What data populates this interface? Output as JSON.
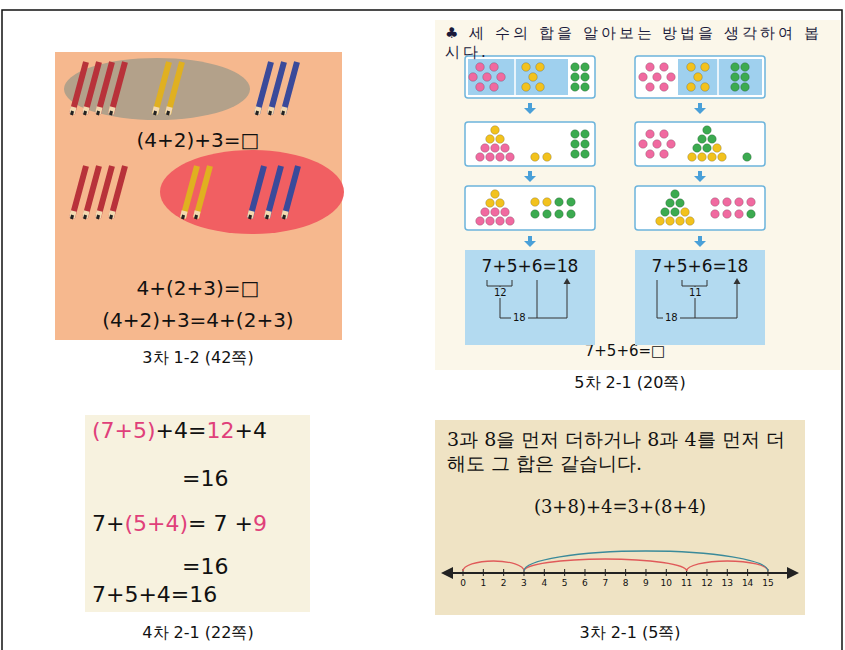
{
  "diagram": {
    "nodes": [
      {
        "text": [
          "(4+2)+3=□",
          "4+(2+3)=□",
          "(4+2)+3=4+(2+3)",
          "3차 1-2 (42쪽)"
        ]
      },
      {
        "text": [
          "♣ 세 수의 합을 알아보는 방법을 생각하여 봅시다.",
          "7+5+6=□",
          "5차 2-1 (20쪽)"
        ]
      },
      {
        "text": [
          "7+5+6=18",
          "12",
          "18"
        ],
        "in": 1
      },
      {
        "text": [
          "7+5+6=18",
          "11",
          "18"
        ],
        "in": 1
      },
      {
        "text": [
          "(7+5)",
          "+4=",
          "12",
          "+4",
          "=16",
          "7+",
          "(5+4)",
          "= 7 +",
          "9",
          "=16",
          "7+5+4=16",
          "4차 2-1 (22쪽)"
        ]
      },
      {
        "text": [
          "3과 8을 먼저 더하거나 8과 4를 먼저 더해도 그 합은 같습니다.",
          "(3+8)+4=3+(8+4)",
          "0",
          "1",
          "2",
          "3",
          "4",
          "5",
          "6",
          "7",
          "8",
          "9",
          "10",
          "11",
          "12",
          "13",
          "14",
          "15",
          "3차 2-1 (5쪽)"
        ]
      }
    ]
  }
}
